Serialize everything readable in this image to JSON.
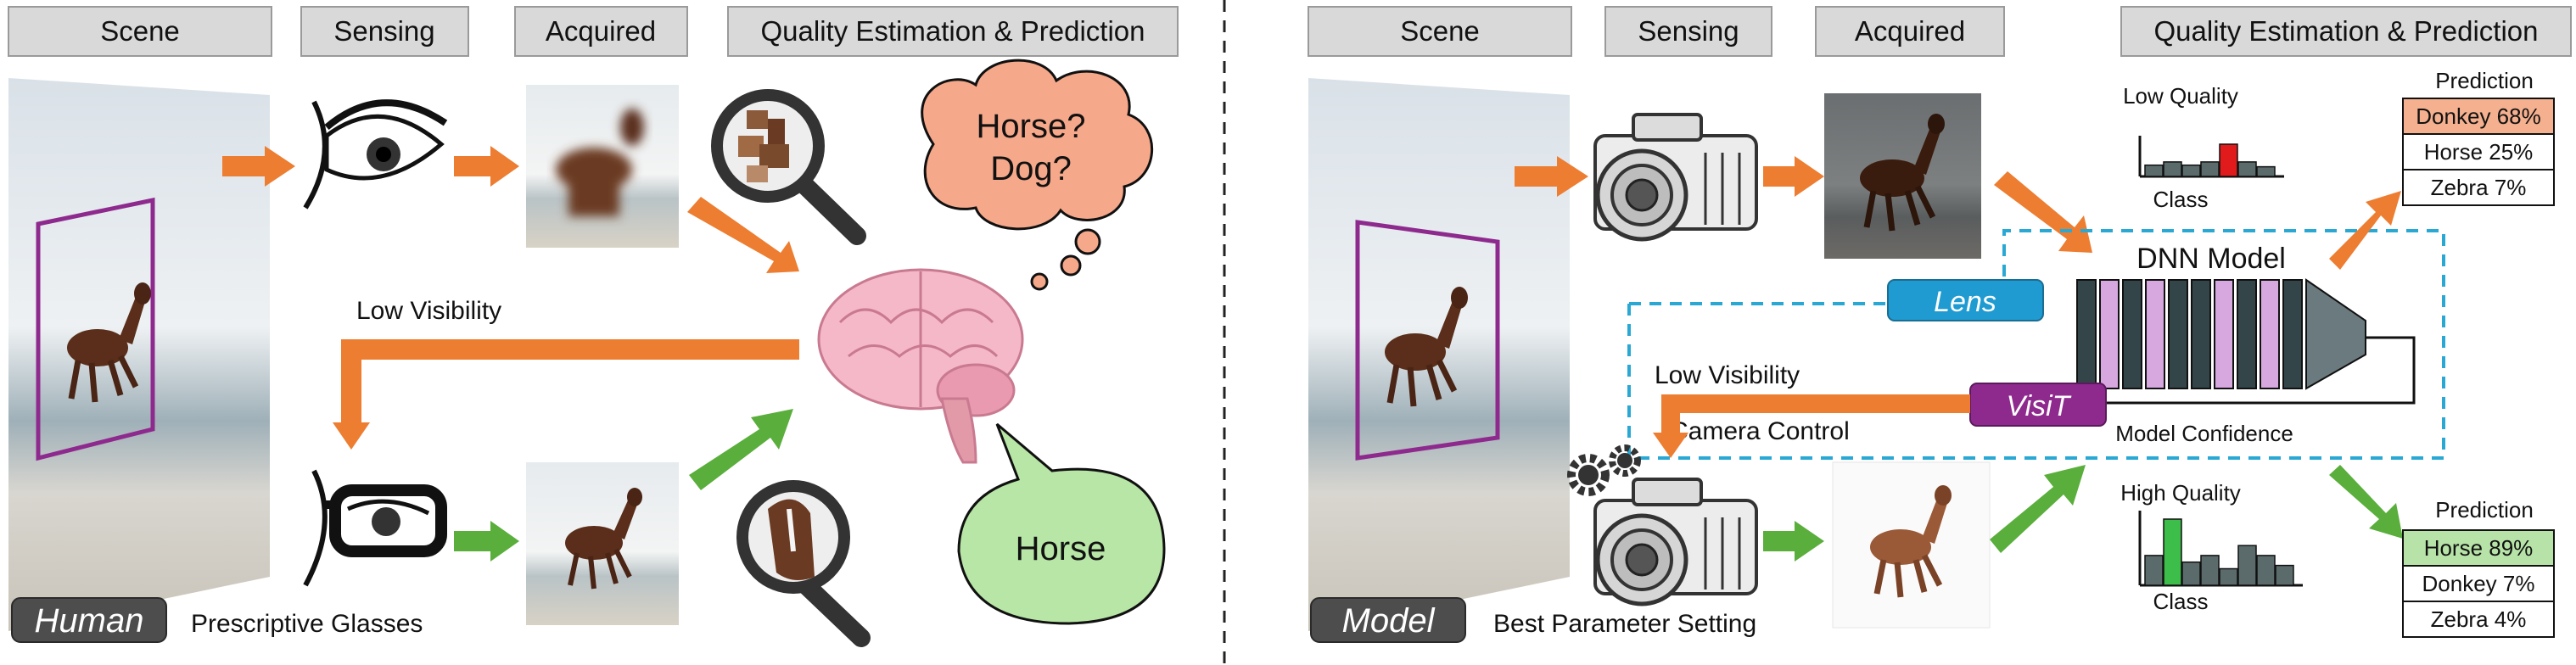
{
  "left_panel": {
    "headers": {
      "scene": "Scene",
      "sensing": "Sensing",
      "acquired": "Acquired",
      "quality": "Quality Estimation & Prediction"
    },
    "thought_bubble": {
      "line1": "Horse?",
      "line2": "Dog?"
    },
    "speech_bubble": "Horse",
    "low_visibility": "Low Visibility",
    "badge": "Human",
    "caption": "Prescriptive Glasses"
  },
  "right_panel": {
    "headers": {
      "scene": "Scene",
      "sensing": "Sensing",
      "acquired": "Acquired",
      "quality": "Quality Estimation & Prediction"
    },
    "low_quality_label": "Low Quality",
    "high_quality_label": "High Quality",
    "class_label_top": "Class",
    "class_label_bottom": "Class",
    "prediction_title_top": "Prediction",
    "prediction_title_bottom": "Prediction",
    "predictions_top": [
      "Donkey 68%",
      "Horse 25%",
      "Zebra 7%"
    ],
    "predictions_bottom": [
      "Horse 89%",
      "Donkey 7%",
      "Zebra 4%"
    ],
    "dnn_label": "DNN Model",
    "lens_badge": "Lens",
    "visit_badge": "VisiT",
    "low_visibility": "Low Visibility",
    "camera_control": "Camera Control",
    "model_confidence": "Model Confidence",
    "badge": "Model",
    "caption": "Best Parameter Setting"
  },
  "colors": {
    "orange": "#ED7D31",
    "green": "#5AAE3C",
    "purple": "#8E2A8E",
    "lens_blue": "#1F9BD1",
    "dashed_blue": "#2AA8D4",
    "header_fill": "#D9D9D9",
    "badge_dark": "#4D4D4D",
    "donkey_highlight": "#F4B08F",
    "horse_highlight": "#B7E3A8",
    "thought_fill": "#F6A88A",
    "speech_fill": "#B8E6A6",
    "hist_bar": "#5B6B6B",
    "hist_red": "#E11B1B",
    "hist_green": "#3DBE4B",
    "brain": "#F5B8C8"
  },
  "histograms": {
    "low_quality": [
      0.35,
      0.45,
      0.35,
      0.45,
      1.0,
      0.45,
      0.3
    ],
    "high_quality": [
      0.45,
      1.0,
      0.35,
      0.45,
      0.25,
      0.6,
      0.45,
      0.3
    ]
  }
}
